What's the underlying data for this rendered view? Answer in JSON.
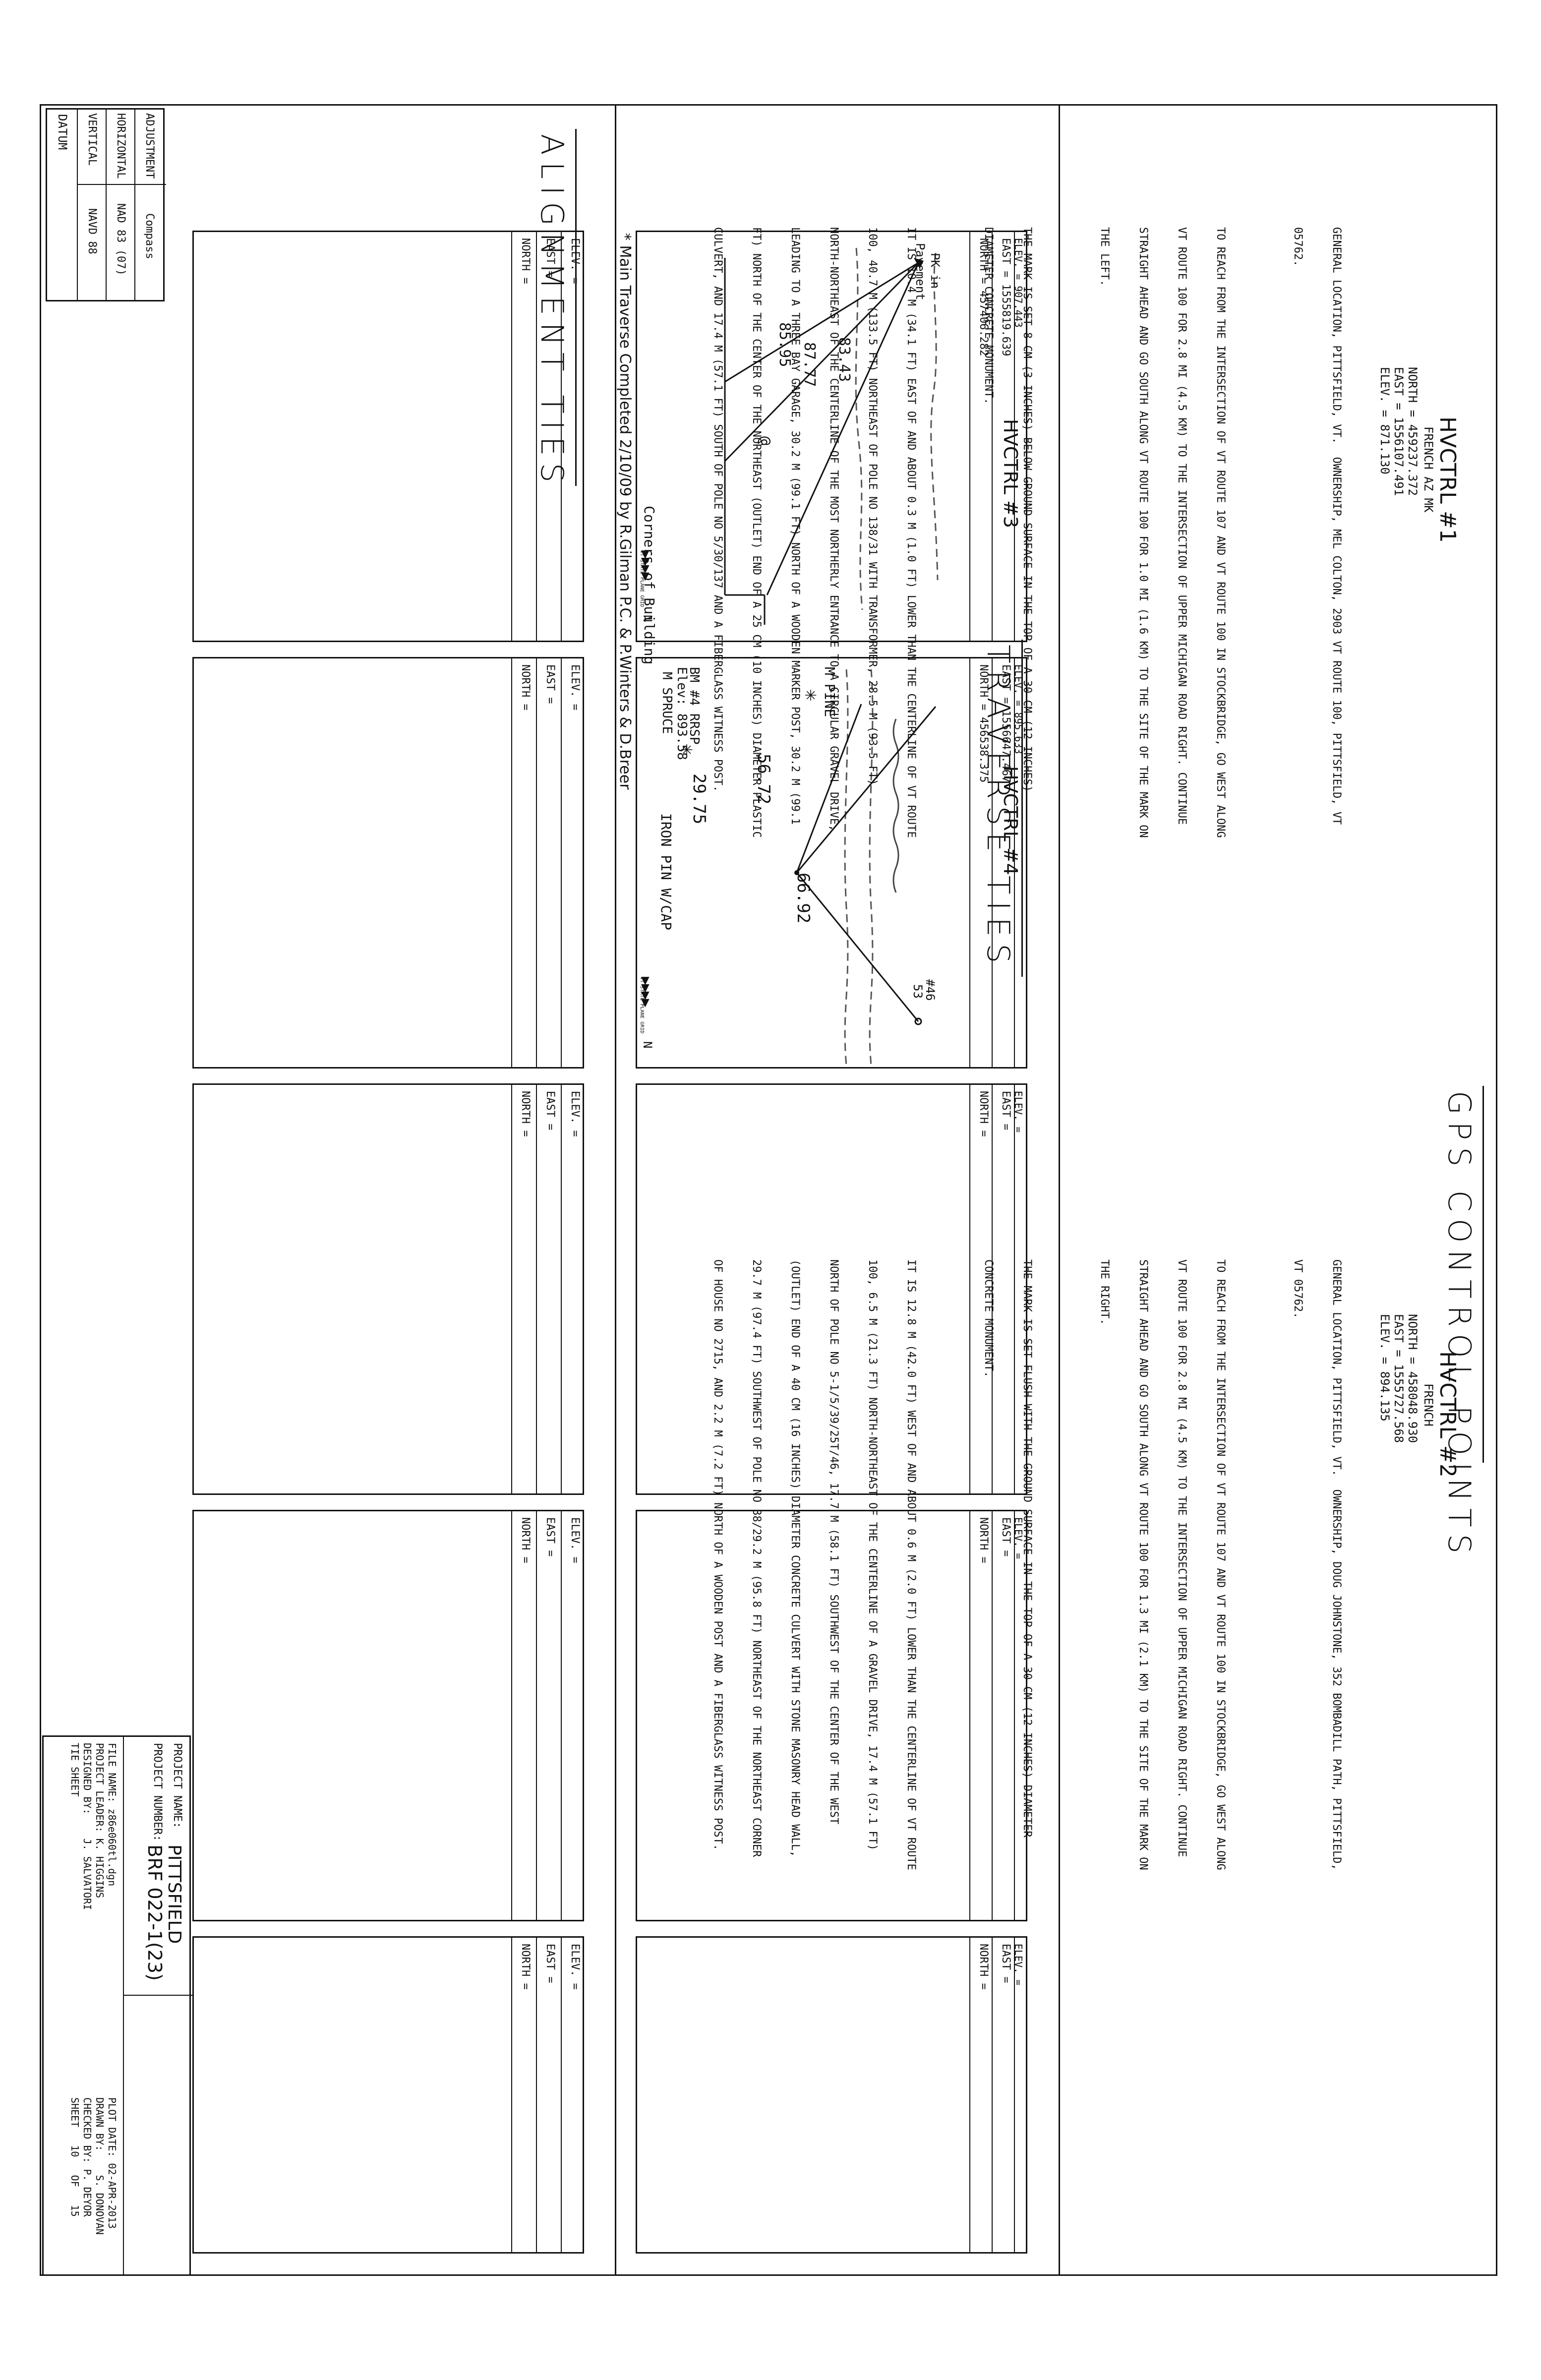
{
  "datum_block": {
    "title": "DATUM",
    "vertical_label": "VERTICAL",
    "vertical_value": "NAVD 88",
    "horizontal_label": "HORIZONTAL",
    "horizontal_value": "NAD 83 (07)",
    "adjustment_label": "ADJUSTMENT",
    "adjustment_value": "Compass"
  },
  "headers": {
    "alignment": "ALIGNMENT TIES",
    "traverse": "TRAVERSE TIES",
    "gps": "GPS CONTROL POINTS"
  },
  "coord_labels": {
    "north": "NORTH =",
    "east": "EAST =",
    "elev": "ELEV. ="
  },
  "traverse": {
    "t3": {
      "title": "HVCTRL #3",
      "north": "NORTH = 457406.282",
      "east": "EAST = 1555819.639",
      "elev": "ELEV. = 907.443",
      "pk": "PK in",
      "pavement": "Pavement",
      "d1": "83.43",
      "d2": "87.77",
      "d3": "85.95",
      "building": "Corners of Building",
      "grid": "VT STATE PLANE GRID",
      "n": "N"
    },
    "t4": {
      "title": "HVCTRL #4",
      "north": "NORTH = 456538.375",
      "east": "EAST = 1556647.467",
      "elev": "ELEV. = 895.633",
      "pine": "M PINE",
      "spruce": "M SPRUCE",
      "bm1": "BM #4 RRSP",
      "bm2": "Elev: 893.58",
      "d1": "56.72",
      "d2": "29.75",
      "d3": "66.92",
      "pin": "IRON PIN W/CAP",
      "pole1": "#46",
      "pole2": "53",
      "grid": "VT STATE PLANE GRID",
      "n": "N"
    },
    "note": "* Main Traverse Completed 2/10/09 by R.Gilman P.C. & P.Winters & D.Breer"
  },
  "gps1": {
    "title": "HVCTRL #1",
    "sub": "FRENCH AZ MK",
    "north": "NORTH = 459237.372",
    "east": "EAST = 1556107.491",
    "elev": "ELEV. = 871.130",
    "lines": [
      "GENERAL LOCATION, PITTSFIELD, VT.  OWNERSHIP, MEL COLTON, 2903 VT ROUTE 100, PITTSFIELD, VT",
      "05762.",
      "",
      "TO REACH FROM THE INTERSECTION OF VT ROUTE 107 AND VT ROUTE 100 IN STOCKBRIDGE, GO WEST ALONG",
      "VT ROUTE 100 FOR 2.8 MI (4.5 KM) TO THE INTERSECTION OF UPPER MICHIGAN ROAD RIGHT. CONTINUE",
      "STRAIGHT AHEAD AND GO SOUTH ALONG VT ROUTE 100 FOR 1.0 MI (1.6 KM) TO THE SITE OF THE MARK ON",
      "THE LEFT.",
      "",
      "THE MARK IS SET 8 CM (3 INCHES) BELOW GROUND SURFACE IN THE TOP OF A 30 CM (12 INCHES)",
      "DIAMETER CONCRETE MONUMENT.",
      "",
      "IT IS 10.4 M (34.1 FT) EAST OF AND ABOUT 0.3 M (1.0 FT) LOWER THAN THE CENTERLINE OF VT ROUTE",
      "100, 40.7 M (133.5 FT) NORTHEAST OF POLE NO 138/31 WITH TRANSFORMER, 28.5 M (93.5 FT)",
      "NORTH-NORTHEAST OF THE CENTERLINE OF THE MOST NORTHERLY ENTRANCE TO A CIRCULAR GRAVEL DRIVE,",
      "LEADING TO A THREE BAY GARAGE, 30.2 M (99.1 FT) NORTH OF A WOODEN MARKER POST, 30.2 M (99.1",
      "FT) NORTH OF THE CENTER OF THE NORTHEAST (OUTLET) END OF A 25 CM (10 INCHES) DIAMETER PLASTIC",
      "CULVERT, AND 17.4 M (57.1 FT) SOUTH OF POLE NO 5/30/137 AND A FIBERGLASS WITNESS POST."
    ]
  },
  "gps2": {
    "title": "HVCTRL #2",
    "sub": "FRENCH",
    "north": "NORTH = 458048.930",
    "east": "EAST = 1555727.568",
    "elev": "ELEV. = 894.135",
    "lines": [
      "GENERAL LOCATION, PITTSFIELD, VT.  OWNERSHIP, DOUG JOHNSTONE, 352 BOMBADILL PATH, PITTSFIELD,",
      "VT 05762.",
      "",
      "TO REACH FROM THE INTERSECTION OF VT ROUTE 107 AND VT ROUTE 100 IN STOCKBRIDGE, GO WEST ALONG",
      "VT ROUTE 100 FOR 2.8 MI (4.5 KM) TO THE INTERSECTION OF UPPER MICHIGAN ROAD RIGHT. CONTINUE",
      "STRAIGHT AHEAD AND GO SOUTH ALONG VT ROUTE 100 FOR 1.3 MI (2.1 KM) TO THE SITE OF THE MARK ON",
      "THE RIGHT.",
      "",
      "THE MARK IS SET FLUSH WITH THE GROUND SURFACE IN THE TOP OF A 30 CM (12 INCHES) DIAMETER",
      "CONCRETE MONUMENT.",
      "",
      "IT IS 12.8 M (42.0 FT) WEST OF AND ABOUT 0.6 M (2.0 FT) LOWER THAN THE CENTERLINE OF VT ROUTE",
      "100, 6.5 M (21.3 FT) NORTH-NORTHEAST OF THE CENTERLINE OF A GRAVEL DRIVE, 17.4 M (57.1 FT)",
      "NORTH OF POLE NO 5-1/5/39/25T/46, 17.7 M (58.1 FT) SOUTHWEST OF THE CENTER OF THE WEST",
      "(OUTLET) END OF A 40 CM (16 INCHES) DIAMETER CONCRETE CULVERT WITH STONE MASONRY HEAD WALL,",
      "29.7 M (97.4 FT) SOUTHWEST OF POLE NO 38/29.2 M (95.8 FT) NORTHEAST OF THE NORTHEAST CORNER",
      "OF HOUSE NO 2715, AND 2.2 M (7.2 FT) NORTH OF A WOODEN POST AND A FIBERGLASS WITNESS POST."
    ]
  },
  "project": {
    "name_label": "PROJECT NAME:",
    "name": "PITTSFIELD",
    "number_label": "PROJECT NUMBER:",
    "number": "BRF 022-1(23)",
    "file": "FILE NAME: z86e060tl.dgn",
    "leader": "PROJECT LEADER: K. HIGGINS",
    "designer": "DESIGNED BY:    J. SALVATORI",
    "sheet_type": "TIE SHEET",
    "plot_date": "PLOT DATE: 02-APR-2013",
    "drawn": "DRAWN BY:    S. DONOVAN",
    "checked": "CHECKED BY: P. DEYOR",
    "sheet": "SHEET   10   OF   15"
  }
}
